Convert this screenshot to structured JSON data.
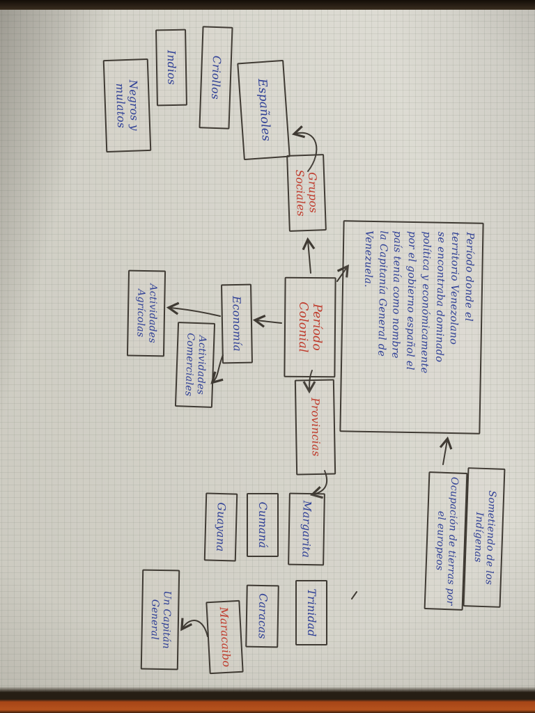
{
  "photo": {
    "colors": {
      "ink_blue": "#2e3f96",
      "ink_red": "#bf3a2b",
      "pen_outline": "#3f3a33",
      "paper": "#d9d7cd",
      "bottom_cover_orange": "#b5521d"
    }
  },
  "concept_map": {
    "center": "Período\nColonial",
    "definition": "Período donde el\nterritorio Venezolano\nse encontraba dominado\npolítica y económicamente\npor el gobierno español el\npaís tenía como nombre\nla Capitanía General de\nVenezuela.",
    "social_groups": {
      "label": "Grupos\nSociales",
      "espanoles": "Españoles",
      "criollos": "Criollos",
      "indios": "Indios",
      "negros": "Negros y\nmulatos"
    },
    "economia": {
      "label": "Economía",
      "agricolas": "Actividades\nAgrícolas",
      "comerciales": "Actividades\nComerciales"
    },
    "provincias": {
      "label": "Provincias",
      "margarita": "Margarita",
      "cumana": "Cumaná",
      "guayana": "Guayana",
      "trinidad": "Trinidad",
      "caracas": "Caracas",
      "maracaibo": "Maracaibo",
      "capitan": "Un Capitán\nGeneral"
    },
    "notes": {
      "sometiendo": "Sometiendo de los\nIndígenas",
      "ocupacion": "Ocupación de tierras por\nel europeos"
    }
  }
}
